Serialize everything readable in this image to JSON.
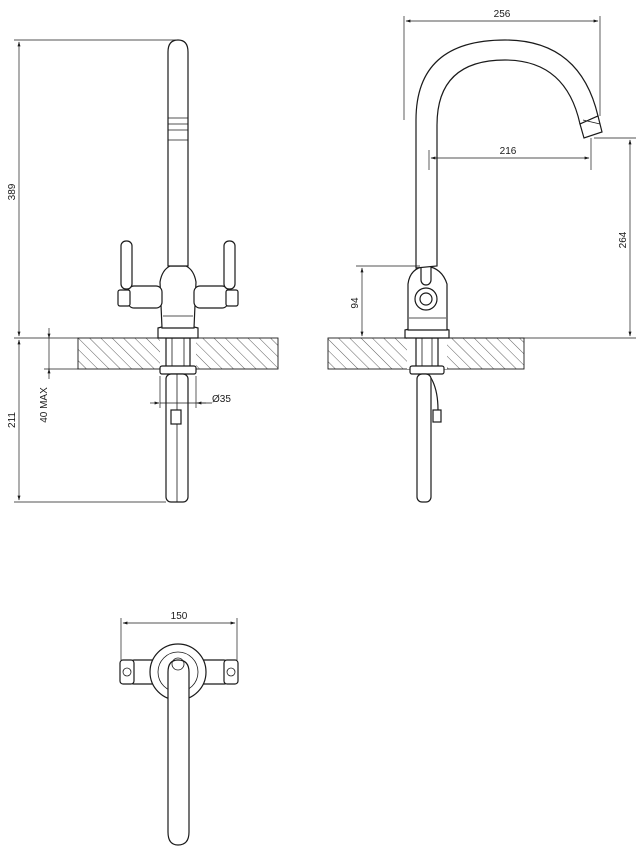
{
  "dimensions": {
    "overall_height": "389",
    "below_counter": "211",
    "counter_thickness_max": "40 MAX",
    "hole_diameter": "Ø35",
    "spout_reach_total": "256",
    "spout_reach": "216",
    "spout_height": "264",
    "lever_height": "94",
    "base_width": "150"
  },
  "colors": {
    "line": "#1a1a1a",
    "background": "#ffffff"
  }
}
